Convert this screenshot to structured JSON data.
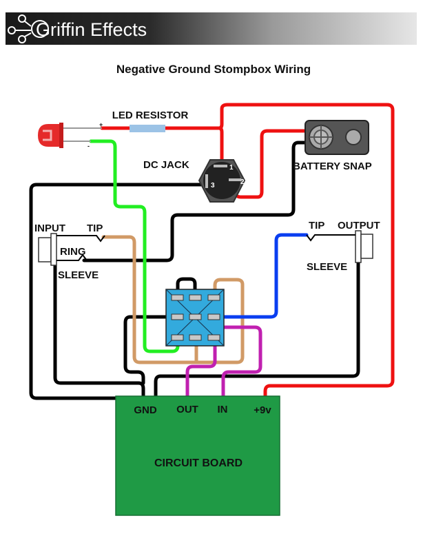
{
  "header": {
    "brand": "Griffin Effects"
  },
  "title": "Negative Ground Stompbox Wiring",
  "labels": {
    "led_resistor": "LED RESISTOR",
    "led_plus": "+",
    "led_minus": "-",
    "dc_jack": "DC JACK",
    "dc_pin1": "1",
    "dc_pin2": "2",
    "dc_pin3": "3",
    "battery_snap": "BATTERY SNAP",
    "input": "INPUT",
    "input_tip": "TIP",
    "input_ring": "RING",
    "input_sleeve": "SLEEVE",
    "output": "OUTPUT",
    "output_tip": "TIP",
    "output_sleeve": "SLEEVE",
    "board_gnd": "GND",
    "board_out": "OUT",
    "board_in": "IN",
    "board_9v": "+9v",
    "circuit_board": "CIRCUIT BOARD"
  },
  "colors": {
    "red_wire": "#ee1111",
    "black_wire": "#000000",
    "green_wire": "#22ee22",
    "tan_wire": "#d19a66",
    "blue_wire": "#0a3ef0",
    "magenta_wire": "#c020b0",
    "board": "#1f9a45",
    "switch": "#33aadd",
    "resistor": "#9cc3e6"
  }
}
